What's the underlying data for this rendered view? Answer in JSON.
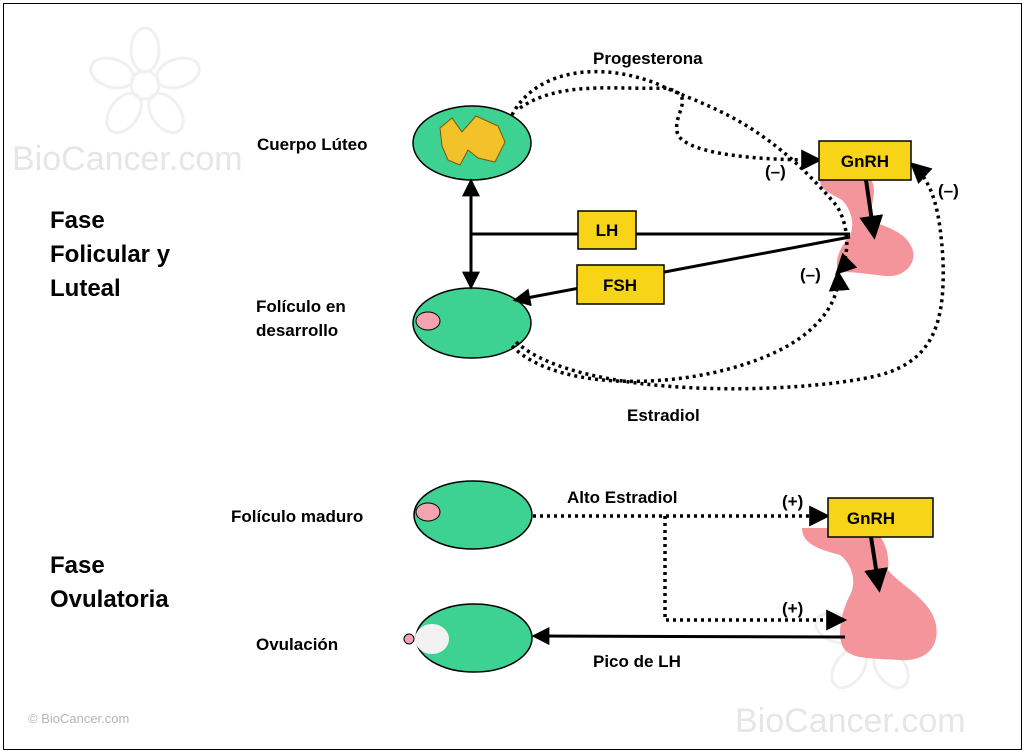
{
  "phases": {
    "top": [
      "Fase",
      "Folicular y",
      "Luteal"
    ],
    "bottom": [
      "Fase",
      "Ovulatoria"
    ]
  },
  "labels": {
    "cuerpo_luteo": "Cuerpo Lúteo",
    "foliculo_desarrollo": [
      "Folículo en",
      "desarrollo"
    ],
    "progesterona": "Progesterona",
    "estradiol": "Estradiol",
    "foliculo_maduro": "Folículo maduro",
    "ovulacion": "Ovulación",
    "alto_estradiol": "Alto Estradiol",
    "pico_lh": "Pico de LH"
  },
  "hormones": {
    "gnrh_top": "GnRH",
    "lh": "LH",
    "fsh": "FSH",
    "gnrh_bottom": "GnRH"
  },
  "feedback": {
    "neg_left": "(–)",
    "neg_right": "(–)",
    "neg_lower": "(–)",
    "pos_upper": "(+)",
    "pos_lower": "(+)"
  },
  "watermarks": {
    "logo_text": "BioCancer.com",
    "copyright": "© BioCancer.com"
  },
  "colors": {
    "follicle_green": "#3dd192",
    "hormone_box": "#f7d417",
    "pituitary_pink": "#f4959c",
    "corpus_luteum_yellow": "#f3c22a",
    "oocyte_pink": "#f4a3b0"
  }
}
